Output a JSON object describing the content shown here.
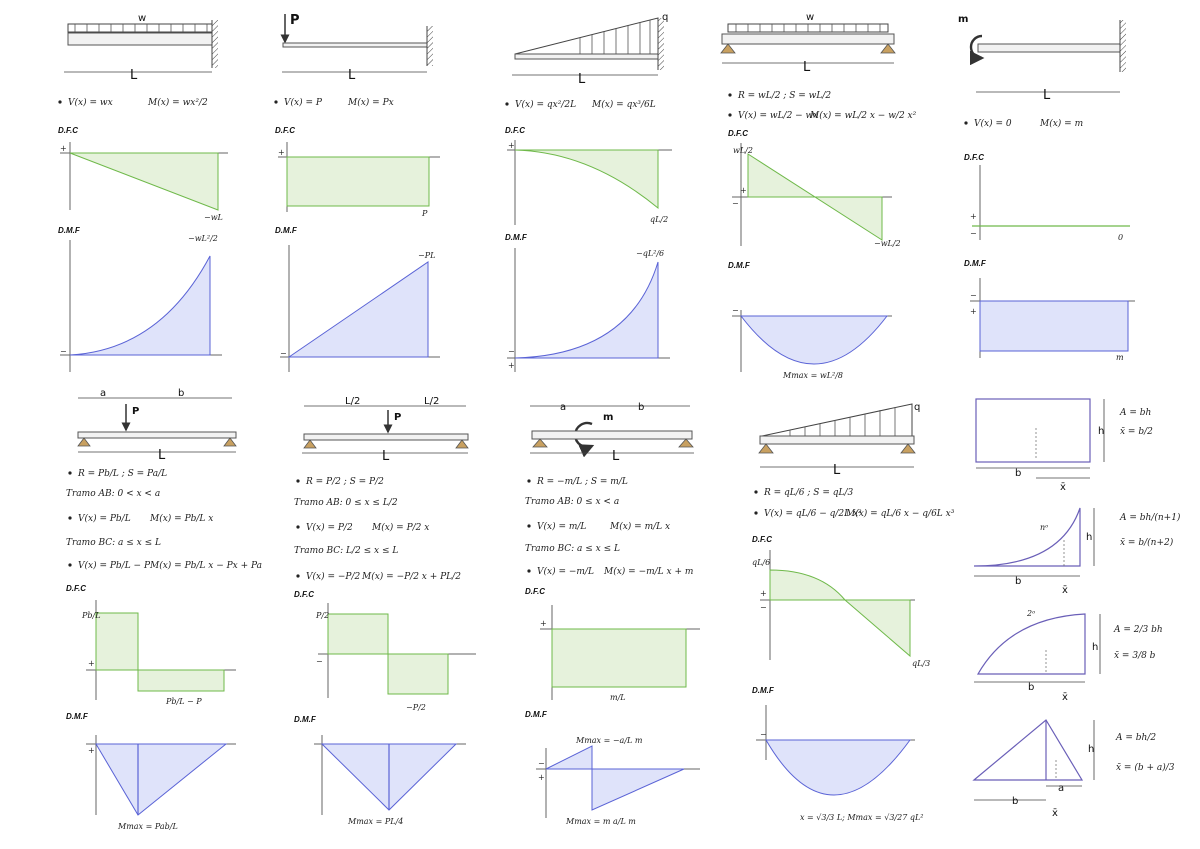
{
  "beams": {
    "b1": {
      "load": "w",
      "span": "L",
      "f": [
        "V(x) = wx",
        "M(x) = wx²/2"
      ],
      "dfc": "D.F.C",
      "dfc_vals": [
        "+",
        "−wL"
      ],
      "dmf": "D.M.F",
      "dmf_vals": [
        "−wL²/2",
        "−"
      ]
    },
    "b2": {
      "load": "P",
      "span": "L",
      "f": [
        "V(x) = P",
        "M(x) = Px"
      ],
      "dfc": "D.F.C",
      "dfc_vals": [
        "+",
        "P"
      ],
      "dmf": "D.M.F",
      "dmf_vals": [
        "−PL",
        "−"
      ]
    },
    "b3": {
      "load": "q",
      "span": "L",
      "f": [
        "V(x) = qx²/2L",
        "M(x) = qx³/6L"
      ],
      "dfc": "D.F.C",
      "dfc_vals": [
        "+",
        "qL/2"
      ],
      "dmf": "D.M.F",
      "dmf_vals": [
        "−qL²/6",
        "−",
        "+"
      ]
    },
    "b4": {
      "load": "w",
      "span": "L",
      "f": [
        "R = wL/2  ;  S = wL/2",
        "V(x) = wL/2 − wx",
        "M(x) = wL/2 x − w/2 x²"
      ],
      "dfc": "D.F.C",
      "dfc_vals": [
        "wL/2",
        "+",
        "−",
        "−wL/2"
      ],
      "dmf": "D.M.F",
      "dmf_vals": [
        "−",
        "Mmax = wL²/8"
      ]
    },
    "b5": {
      "load": "m",
      "span": "L",
      "f": [
        "V(x) = 0",
        "M(x) = m"
      ],
      "dfc": "D.F.C",
      "dfc_vals": [
        "+",
        "−",
        "0"
      ],
      "dmf": "D.M.F",
      "dmf_vals": [
        "−",
        "+",
        "m"
      ]
    },
    "b6": {
      "load": "P",
      "dims": [
        "a",
        "b"
      ],
      "span": "L",
      "f": [
        "R = Pb/L  ;  S = Pa/L",
        "Tramo AB: 0 < x < a",
        "V(x) = Pb/L",
        "M(x) = Pb/L x",
        "Tramo BC: a ≤ x ≤ L",
        "V(x) = Pb/L − P",
        "M(x) = Pb/L x − Px + Pa"
      ],
      "dfc": "D.F.C",
      "dfc_vals": [
        "Pb/L",
        "+",
        "Pb/L − P"
      ],
      "dmf": "D.M.F",
      "dmf_vals": [
        "+",
        "Mmax = Pab/L"
      ]
    },
    "b7": {
      "load": "P",
      "dims": [
        "L/2",
        "L/2"
      ],
      "span": "L",
      "f": [
        "R = P/2  ;  S = P/2",
        "Tramo AB: 0 ≤ x ≤ L/2",
        "V(x) = P/2",
        "M(x) = P/2 x",
        "Tramo BC: L/2 ≤ x ≤ L",
        "V(x) = −P/2",
        "M(x) = −P/2 x + PL/2"
      ],
      "dfc": "D.F.C",
      "dfc_vals": [
        "P/2",
        "−",
        "−P/2"
      ],
      "dmf": "D.M.F",
      "dmf_vals": [
        "Mmax = PL/4"
      ]
    },
    "b8": {
      "load": "m",
      "dims": [
        "a",
        "b"
      ],
      "span": "L",
      "f": [
        "R = −m/L  ;  S = m/L",
        "Tramo AB: 0 ≤ x < a",
        "V(x) = m/L",
        "M(x) = m/L x",
        "Tramo BC: a ≤ x ≤ L",
        "V(x) = −m/L",
        "M(x) = −m/L x + m"
      ],
      "dfc": "D.F.C",
      "dfc_vals": [
        "+",
        "m/L"
      ],
      "dmf": "D.M.F",
      "dmf_vals": [
        "Mmax = −a/L m",
        "−",
        "+",
        "Mmax = m a/L m"
      ]
    },
    "b9": {
      "load": "q",
      "span": "L",
      "f": [
        "R = qL/6  ;  S = qL/3",
        "V(x) = qL/6 − q/2L x²",
        "M(x) = qL/6 x − q/6L x³"
      ],
      "dfc": "D.F.C",
      "dfc_vals": [
        "qL/6",
        "+",
        "−",
        "qL/3"
      ],
      "dmf": "D.M.F",
      "dmf_vals": [
        "−",
        "x = √3/3 L; Mmax = √3/27 qL²"
      ]
    }
  },
  "sections": {
    "rect": {
      "h": "h",
      "b": "b",
      "x": "x̄",
      "A": "A = bh",
      "xb": "x̄ = b/2"
    },
    "curve": {
      "h": "h",
      "b": "b",
      "x": "x̄",
      "n": "nᵒ",
      "A": "A = bh/(n+1)",
      "xb": "x̄ = b/(n+2)"
    },
    "parab": {
      "h": "h",
      "b": "b",
      "x": "x̄",
      "n": "2ᵒ",
      "A": "A = 2/3 bh",
      "xb": "x̄ = 3/8 b"
    },
    "tri": {
      "h": "h",
      "b": "b",
      "a": "a",
      "x": "x̄",
      "A": "A = bh/2",
      "xb": "x̄ = (b + a)/3"
    }
  },
  "colors": {
    "shear": "#e6f2dc",
    "shear_line": "#6fb94a",
    "moment": "#dfe3fa",
    "moment_line": "#5a63d6"
  }
}
